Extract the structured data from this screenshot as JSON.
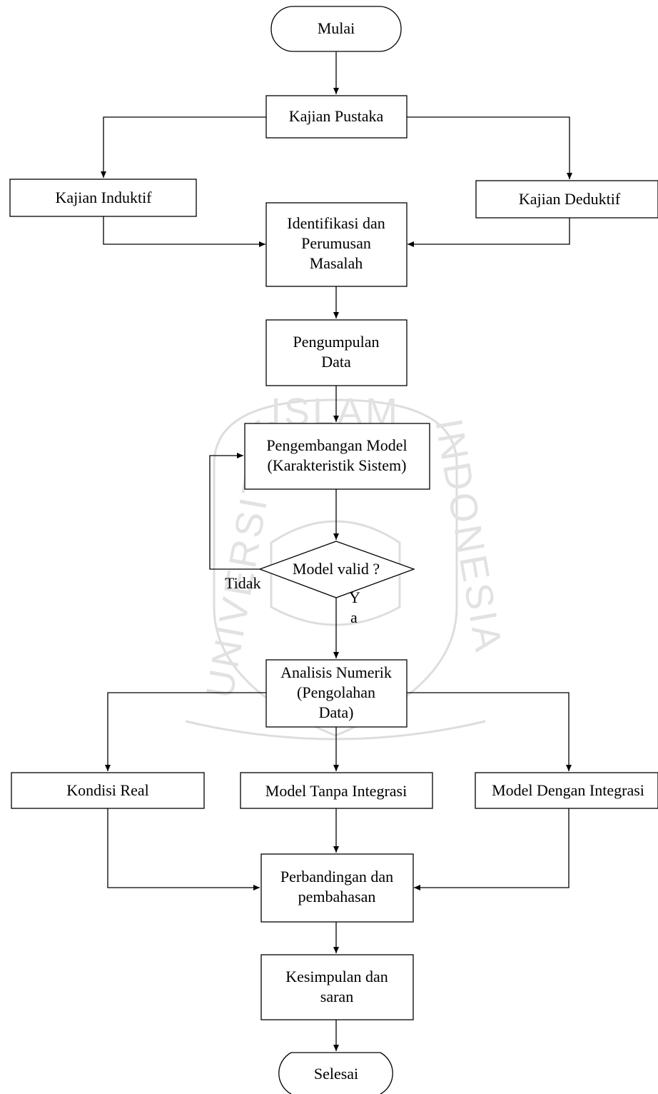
{
  "nodes": {
    "mulai": [
      "Mulai"
    ],
    "kajian_pustaka": [
      "Kajian Pustaka"
    ],
    "kajian_induktif": [
      "Kajian Induktif"
    ],
    "kajian_deduktif": [
      "Kajian Deduktif"
    ],
    "identifikasi": [
      "Identifikasi dan",
      "Perumusan",
      "Masalah"
    ],
    "pengumpulan": [
      "Pengumpulan",
      "Data"
    ],
    "pengembangan": [
      "Pengembangan Model",
      "(Karakteristik Sistem)"
    ],
    "model_valid": [
      "Model valid ?"
    ],
    "analisis": [
      "Analisis Numerik",
      "(Pengolahan",
      "Data)"
    ],
    "kondisi_real": [
      "Kondisi Real"
    ],
    "tanpa_integrasi": [
      "Model Tanpa Integrasi"
    ],
    "dengan_integrasi": [
      "Model Dengan Integrasi"
    ],
    "perbandingan": [
      "Perbandingan dan",
      "pembahasan"
    ],
    "kesimpulan": [
      "Kesimpulan dan",
      "saran"
    ],
    "selesai": [
      "Selesai"
    ]
  },
  "edge_labels": {
    "tidak": "Tidak",
    "ya": [
      "Y",
      "a"
    ]
  },
  "watermark": {
    "top_text": "ISLAM",
    "left_text": "UNIVERSITAS",
    "right_text": "INDONESIA"
  },
  "colors": {
    "stroke": "#000000",
    "background": "#ffffff",
    "watermark": "#c8c8c8"
  }
}
